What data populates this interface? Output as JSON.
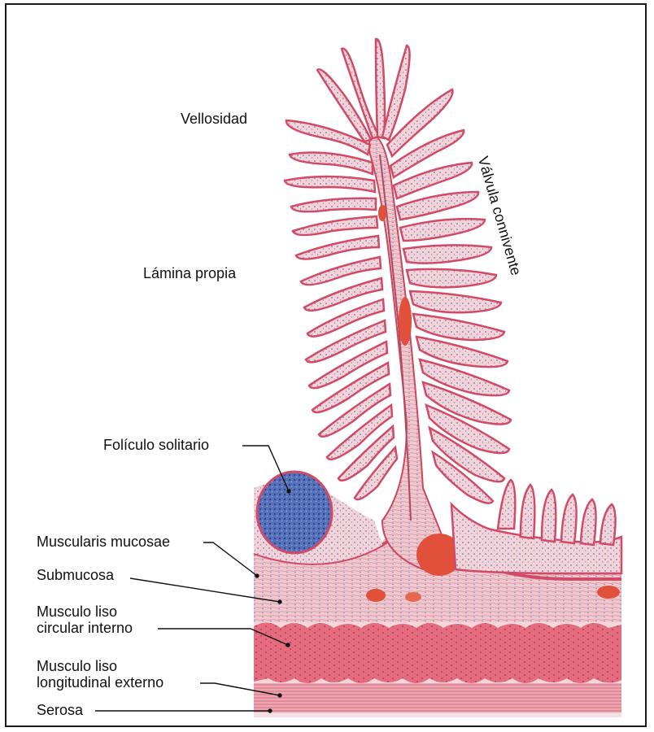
{
  "labels": {
    "vellosidad": "Vellosidad",
    "valvula": "Válvula connivente",
    "lamina": "Lámina propia",
    "foliculo": "Folículo solitario",
    "muscularis": "Muscularis mucosae",
    "submucosa": "Submucosa",
    "circular_1": "Musculo liso",
    "circular_2": "circular interno",
    "longitudinal_1": "Musculo liso",
    "longitudinal_2": "longitudinal externo",
    "serosa": "Serosa"
  },
  "colors": {
    "tissue_pink": "#f2cdd2",
    "epithelium": "#d8435e",
    "nuclei": "#5a6fb0",
    "muscle": "#e06677",
    "follicle": "#3d5ba8",
    "vessel": "#e0503a"
  }
}
